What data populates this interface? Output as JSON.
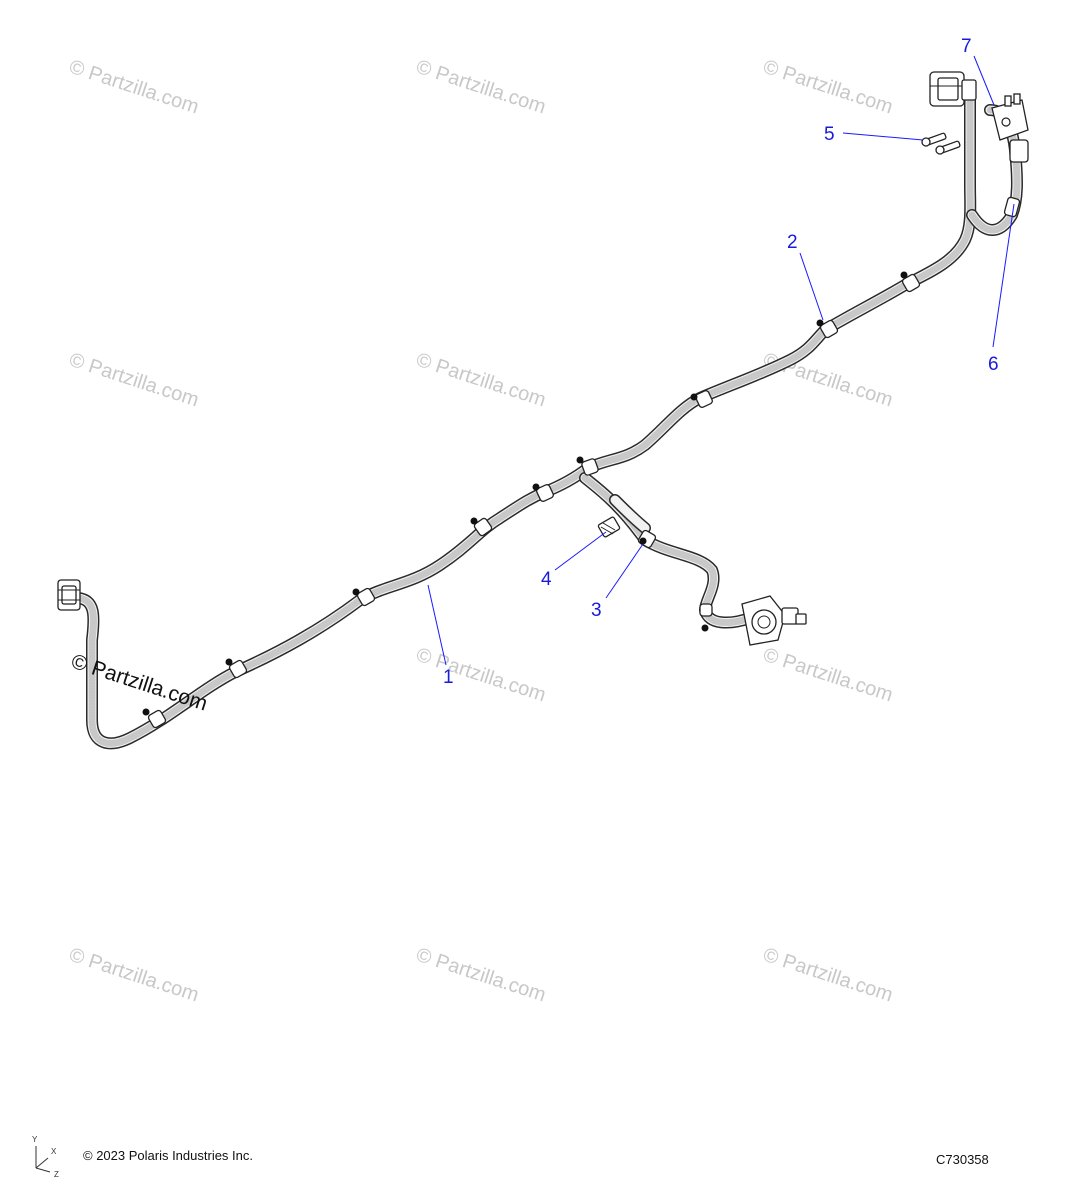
{
  "watermark_text": "© Partzilla.com",
  "watermark_main_text": "© Partzilla.com",
  "callouts": [
    "1",
    "2",
    "3",
    "4",
    "5",
    "6",
    "7"
  ],
  "footer": {
    "copyright": "© 2023 Polaris Industries Inc.",
    "diagram_code": "C730358"
  },
  "axis_labels": {
    "y": "Y",
    "x": "X",
    "z": "Z"
  },
  "colors": {
    "callout_blue": "#1a1adb",
    "watermark_gray": "#c8c8c8",
    "line_dark": "#2a2a2a"
  }
}
